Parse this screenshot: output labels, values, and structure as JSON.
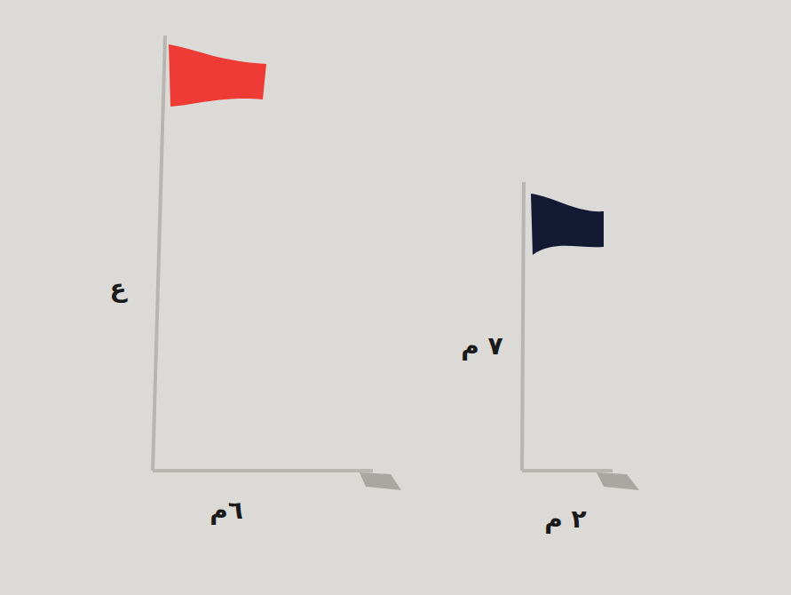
{
  "diagram": {
    "labels": [
      "ع",
      "٧ م",
      "٦م",
      "٢ م"
    ]
  }
}
